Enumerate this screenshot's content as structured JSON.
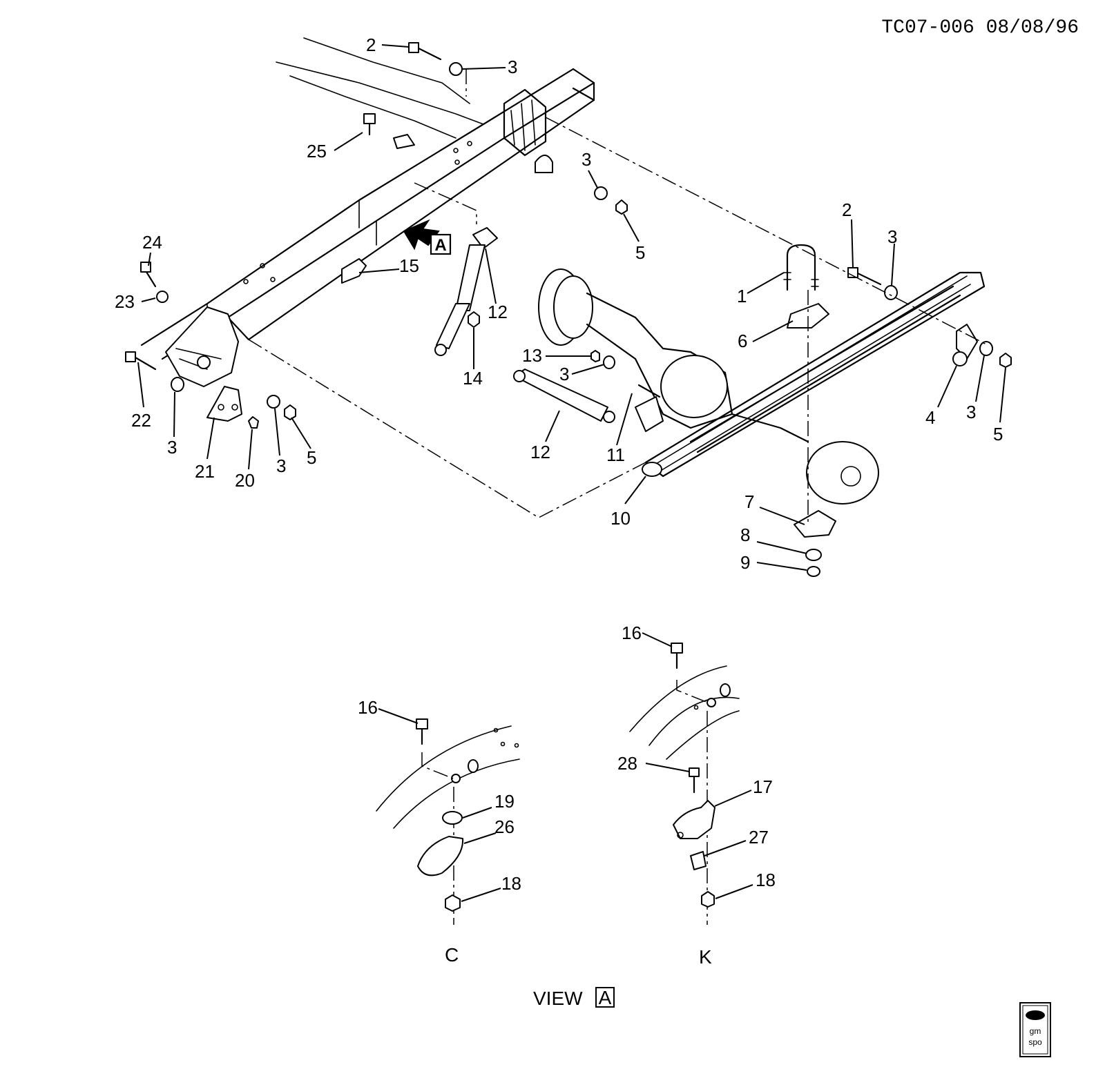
{
  "header": {
    "drawing_id": "TC07-006 08/08/96"
  },
  "view_marker": {
    "letter": "A"
  },
  "callouts": [
    {
      "id": "c-2a",
      "text": "2"
    },
    {
      "id": "c-3a",
      "text": "3"
    },
    {
      "id": "c-25",
      "text": "25"
    },
    {
      "id": "c-3b",
      "text": "3"
    },
    {
      "id": "c-5a",
      "text": "5"
    },
    {
      "id": "c-24",
      "text": "24"
    },
    {
      "id": "c-23",
      "text": "23"
    },
    {
      "id": "c-15",
      "text": "15"
    },
    {
      "id": "c-12a",
      "text": "12"
    },
    {
      "id": "c-14",
      "text": "14"
    },
    {
      "id": "c-22",
      "text": "22"
    },
    {
      "id": "c-3c",
      "text": "3"
    },
    {
      "id": "c-21",
      "text": "21"
    },
    {
      "id": "c-20",
      "text": "20"
    },
    {
      "id": "c-3d",
      "text": "3"
    },
    {
      "id": "c-5b",
      "text": "5"
    },
    {
      "id": "c-13",
      "text": "13"
    },
    {
      "id": "c-3e",
      "text": "3"
    },
    {
      "id": "c-12b",
      "text": "12"
    },
    {
      "id": "c-11",
      "text": "11"
    },
    {
      "id": "c-1",
      "text": "1"
    },
    {
      "id": "c-6",
      "text": "6"
    },
    {
      "id": "c-2b",
      "text": "2"
    },
    {
      "id": "c-3f",
      "text": "3"
    },
    {
      "id": "c-4",
      "text": "4"
    },
    {
      "id": "c-3g",
      "text": "3"
    },
    {
      "id": "c-5c",
      "text": "5"
    },
    {
      "id": "c-10",
      "text": "10"
    },
    {
      "id": "c-7",
      "text": "7"
    },
    {
      "id": "c-8",
      "text": "8"
    },
    {
      "id": "c-9",
      "text": "9"
    },
    {
      "id": "c-16a",
      "text": "16"
    },
    {
      "id": "c-19",
      "text": "19"
    },
    {
      "id": "c-26",
      "text": "26"
    },
    {
      "id": "c-18a",
      "text": "18"
    },
    {
      "id": "c-16b",
      "text": "16"
    },
    {
      "id": "c-28",
      "text": "28"
    },
    {
      "id": "c-17",
      "text": "17"
    },
    {
      "id": "c-27",
      "text": "27"
    },
    {
      "id": "c-18b",
      "text": "18"
    }
  ],
  "detail_views": [
    {
      "label": "C"
    },
    {
      "label": "K"
    }
  ],
  "view_caption": {
    "text": "VIEW",
    "letter": "A"
  },
  "logo": {
    "line1": "gm",
    "line2": "spo"
  }
}
